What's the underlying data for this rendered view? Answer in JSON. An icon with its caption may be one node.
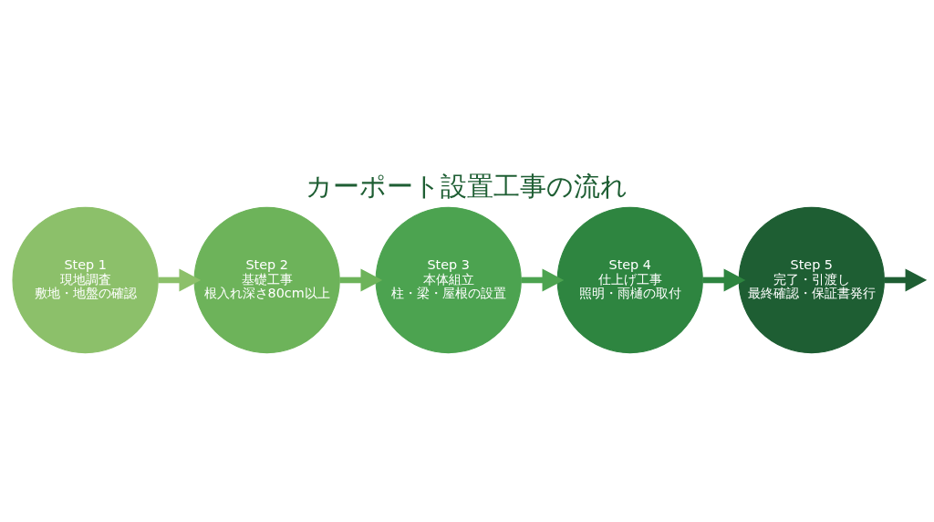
{
  "diagram": {
    "title": "カーポート設置工事の流れ",
    "nodes": [
      {
        "text": [
          "Step 1",
          "現地調査",
          "敷地・地盤の確認"
        ]
      },
      {
        "text": [
          "Step 2",
          "基礎工事",
          "根入れ深さ80cm以上"
        ]
      },
      {
        "text": [
          "Step 3",
          "本体組立",
          "柱・梁・屋根の設置"
        ]
      },
      {
        "text": [
          "Step 4",
          "仕上げ工事",
          "照明・雨樋の取付"
        ]
      },
      {
        "text": [
          "Step 5",
          "完了・引渡し",
          "最終確認・保証書発行"
        ]
      }
    ],
    "edges": [
      {
        "from": 0,
        "to": 1,
        "arrow": "to",
        "color": "#8cc06a"
      },
      {
        "from": 1,
        "to": 2,
        "arrow": "to",
        "color": "#6db35a"
      },
      {
        "from": 2,
        "to": 3,
        "arrow": "to",
        "color": "#4ca350"
      },
      {
        "from": 3,
        "to": 4,
        "arrow": "to",
        "color": "#2e8540"
      },
      {
        "from": 4,
        "to": null,
        "arrow": "to",
        "color": "#1e5e33"
      }
    ]
  }
}
